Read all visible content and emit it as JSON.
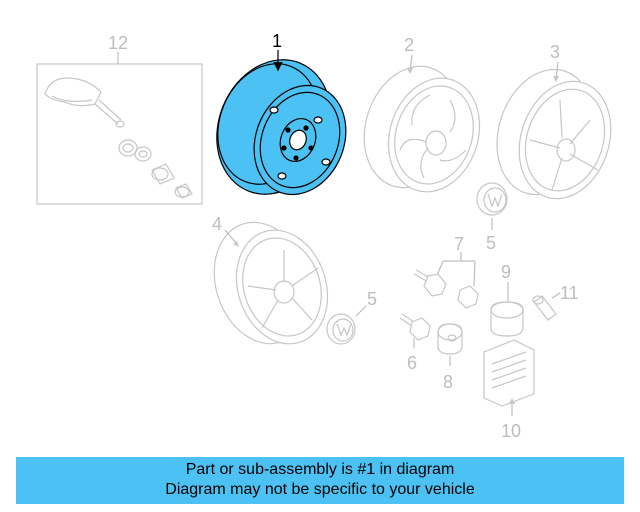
{
  "callouts": {
    "c1": "1",
    "c2": "2",
    "c3": "3",
    "c4": "4",
    "c5a": "5",
    "c5b": "5",
    "c6": "6",
    "c7": "7",
    "c8": "8",
    "c9": "9",
    "c10": "10",
    "c11": "11",
    "c12": "12"
  },
  "banner": {
    "line1": "Part or sub-assembly is #1 in diagram",
    "line2": "Diagram may not be specific to your vehicle"
  },
  "colors": {
    "highlight": "#4cc1f4",
    "ghost": "#c6c6c6",
    "banner": "#4cc1f4"
  }
}
